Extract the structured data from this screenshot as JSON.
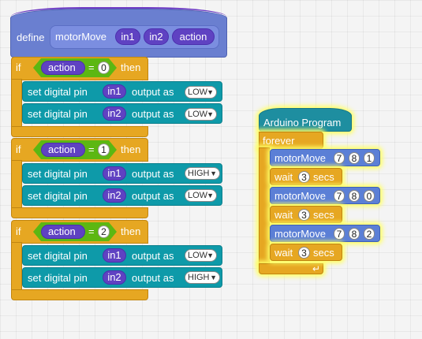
{
  "define": {
    "keyword": "define",
    "name": "motorMove",
    "params": [
      "in1",
      "in2",
      "action"
    ]
  },
  "ifs": [
    {
      "if_label": "if",
      "then_label": "then",
      "var": "action",
      "op": "=",
      "value": "0",
      "rows": [
        {
          "text": "set digital pin",
          "pin": "in1",
          "output_as": "output as",
          "level": "LOW"
        },
        {
          "text": "set digital pin",
          "pin": "in2",
          "output_as": "output as",
          "level": "LOW"
        }
      ]
    },
    {
      "if_label": "if",
      "then_label": "then",
      "var": "action",
      "op": "=",
      "value": "1",
      "rows": [
        {
          "text": "set digital pin",
          "pin": "in1",
          "output_as": "output as",
          "level": "HIGH"
        },
        {
          "text": "set digital pin",
          "pin": "in2",
          "output_as": "output as",
          "level": "LOW"
        }
      ]
    },
    {
      "if_label": "if",
      "then_label": "then",
      "var": "action",
      "op": "=",
      "value": "2",
      "rows": [
        {
          "text": "set digital pin",
          "pin": "in1",
          "output_as": "output as",
          "level": "LOW"
        },
        {
          "text": "set digital pin",
          "pin": "in2",
          "output_as": "output as",
          "level": "HIGH"
        }
      ]
    }
  ],
  "arduino": {
    "title": "Arduino Program",
    "forever": "forever",
    "steps": [
      {
        "type": "motor",
        "label": "motorMove",
        "args": [
          "7",
          "8",
          "1"
        ]
      },
      {
        "type": "wait",
        "label": "wait",
        "value": "3",
        "unit": "secs"
      },
      {
        "type": "motor",
        "label": "motorMove",
        "args": [
          "7",
          "8",
          "0"
        ]
      },
      {
        "type": "wait",
        "label": "wait",
        "value": "3",
        "unit": "secs"
      },
      {
        "type": "motor",
        "label": "motorMove",
        "args": [
          "7",
          "8",
          "2"
        ]
      },
      {
        "type": "wait",
        "label": "wait",
        "value": "3",
        "unit": "secs"
      }
    ],
    "loop_icon": "loop-arrow-icon"
  },
  "colors": {
    "control": "#e6a722",
    "custom_block": "#6a7fd0",
    "operator": "#5cb712",
    "arduino_pin": "#0e9aa9",
    "reporter": "#5f42c2",
    "glow": "#ffff66"
  }
}
